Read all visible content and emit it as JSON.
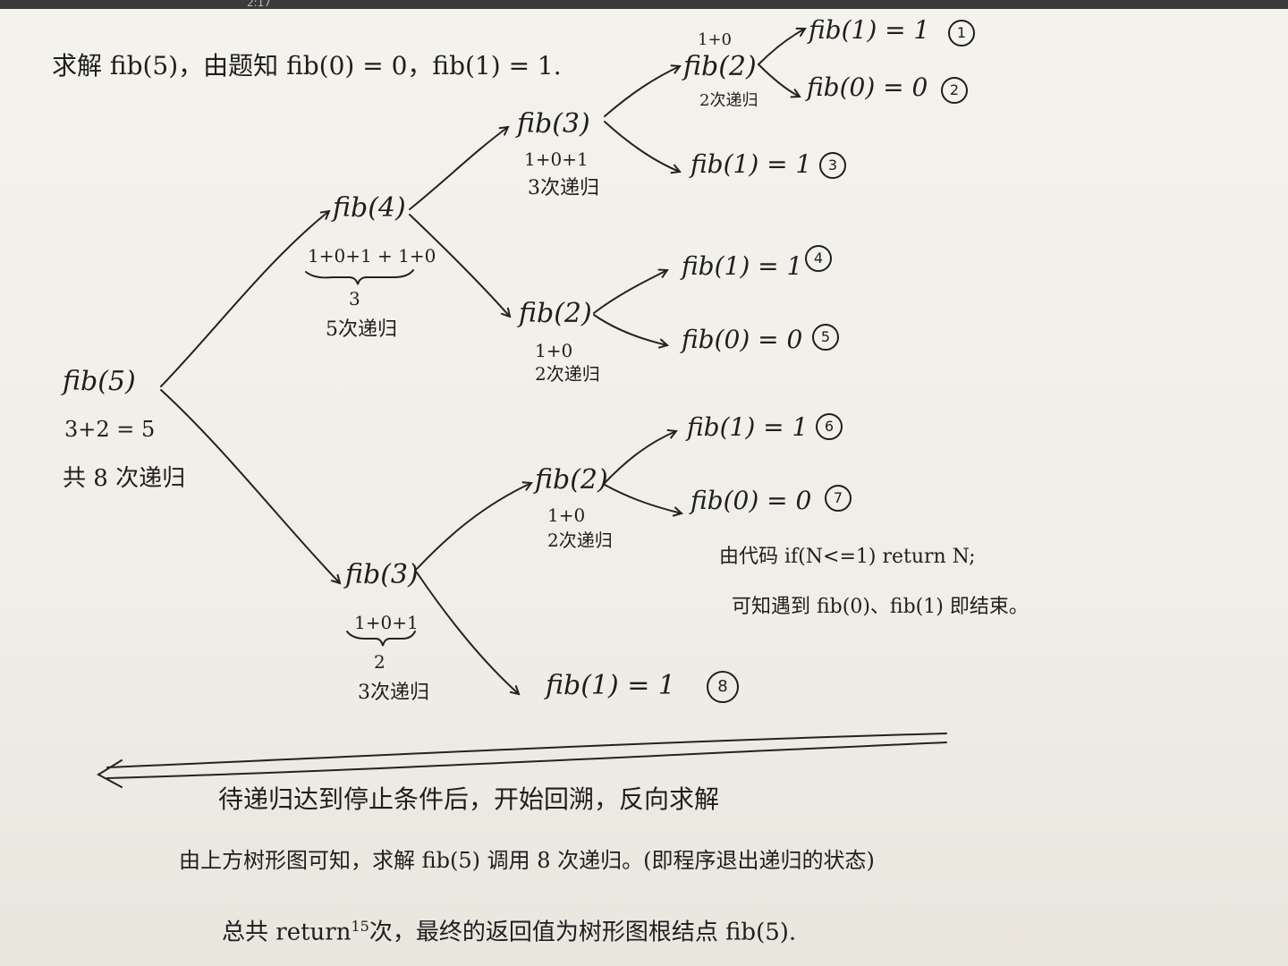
{
  "top_bar": {
    "text": "2:17"
  },
  "title": "求解 fib(5)，由题知 fib(0) = 0，fib(1) = 1.",
  "root": {
    "label": "fib(5)",
    "sum": "3+2 = 5",
    "total": "共 8 次递归"
  },
  "level1": [
    {
      "label": "fib(4)",
      "sum": "1+0+1 + 1+0",
      "subtotal": "3",
      "count": "5次递归"
    },
    {
      "label": "fib(3)",
      "sum": "1+0+1",
      "subtotal": "2",
      "count": "3次递归"
    }
  ],
  "level2": [
    {
      "label": "fib(3)",
      "sum": "1+0+1",
      "count": "3次递归"
    },
    {
      "label": "fib(2)",
      "sum": "1+0",
      "count": "2次递归"
    },
    {
      "label": "fib(2)",
      "sum": "1+0",
      "count": "2次递归"
    }
  ],
  "level3": [
    {
      "label": "fib(2)",
      "sum": "1+0",
      "count": "2次递归"
    }
  ],
  "leaves": [
    {
      "label": "fib(1) = 1",
      "num": "1"
    },
    {
      "label": "fib(0) = 0",
      "num": "2"
    },
    {
      "label": "fib(1) = 1",
      "num": "3"
    },
    {
      "label": "fib(1) = 1",
      "num": "4"
    },
    {
      "label": "fib(0) = 0",
      "num": "5"
    },
    {
      "label": "fib(1) = 1",
      "num": "6"
    },
    {
      "label": "fib(0) = 0",
      "num": "7"
    },
    {
      "label": "fib(1) = 1",
      "num": "8"
    }
  ],
  "note": {
    "line1": "由代码  if(N<=1)  return N;",
    "line2": "可知遇到 fib(0)、fib(1) 即结束。"
  },
  "footer": {
    "line1": "待递归达到停止条件后，开始回溯，反向求解",
    "line2": "由上方树形图可知，求解 fib(5) 调用 8 次递归。(即程序退出递归的状态)",
    "line3_prefix": "总共 return",
    "line3_sup": "15",
    "line3_rest": "次，最终的返回值为树形图根结点 fib(5)."
  }
}
